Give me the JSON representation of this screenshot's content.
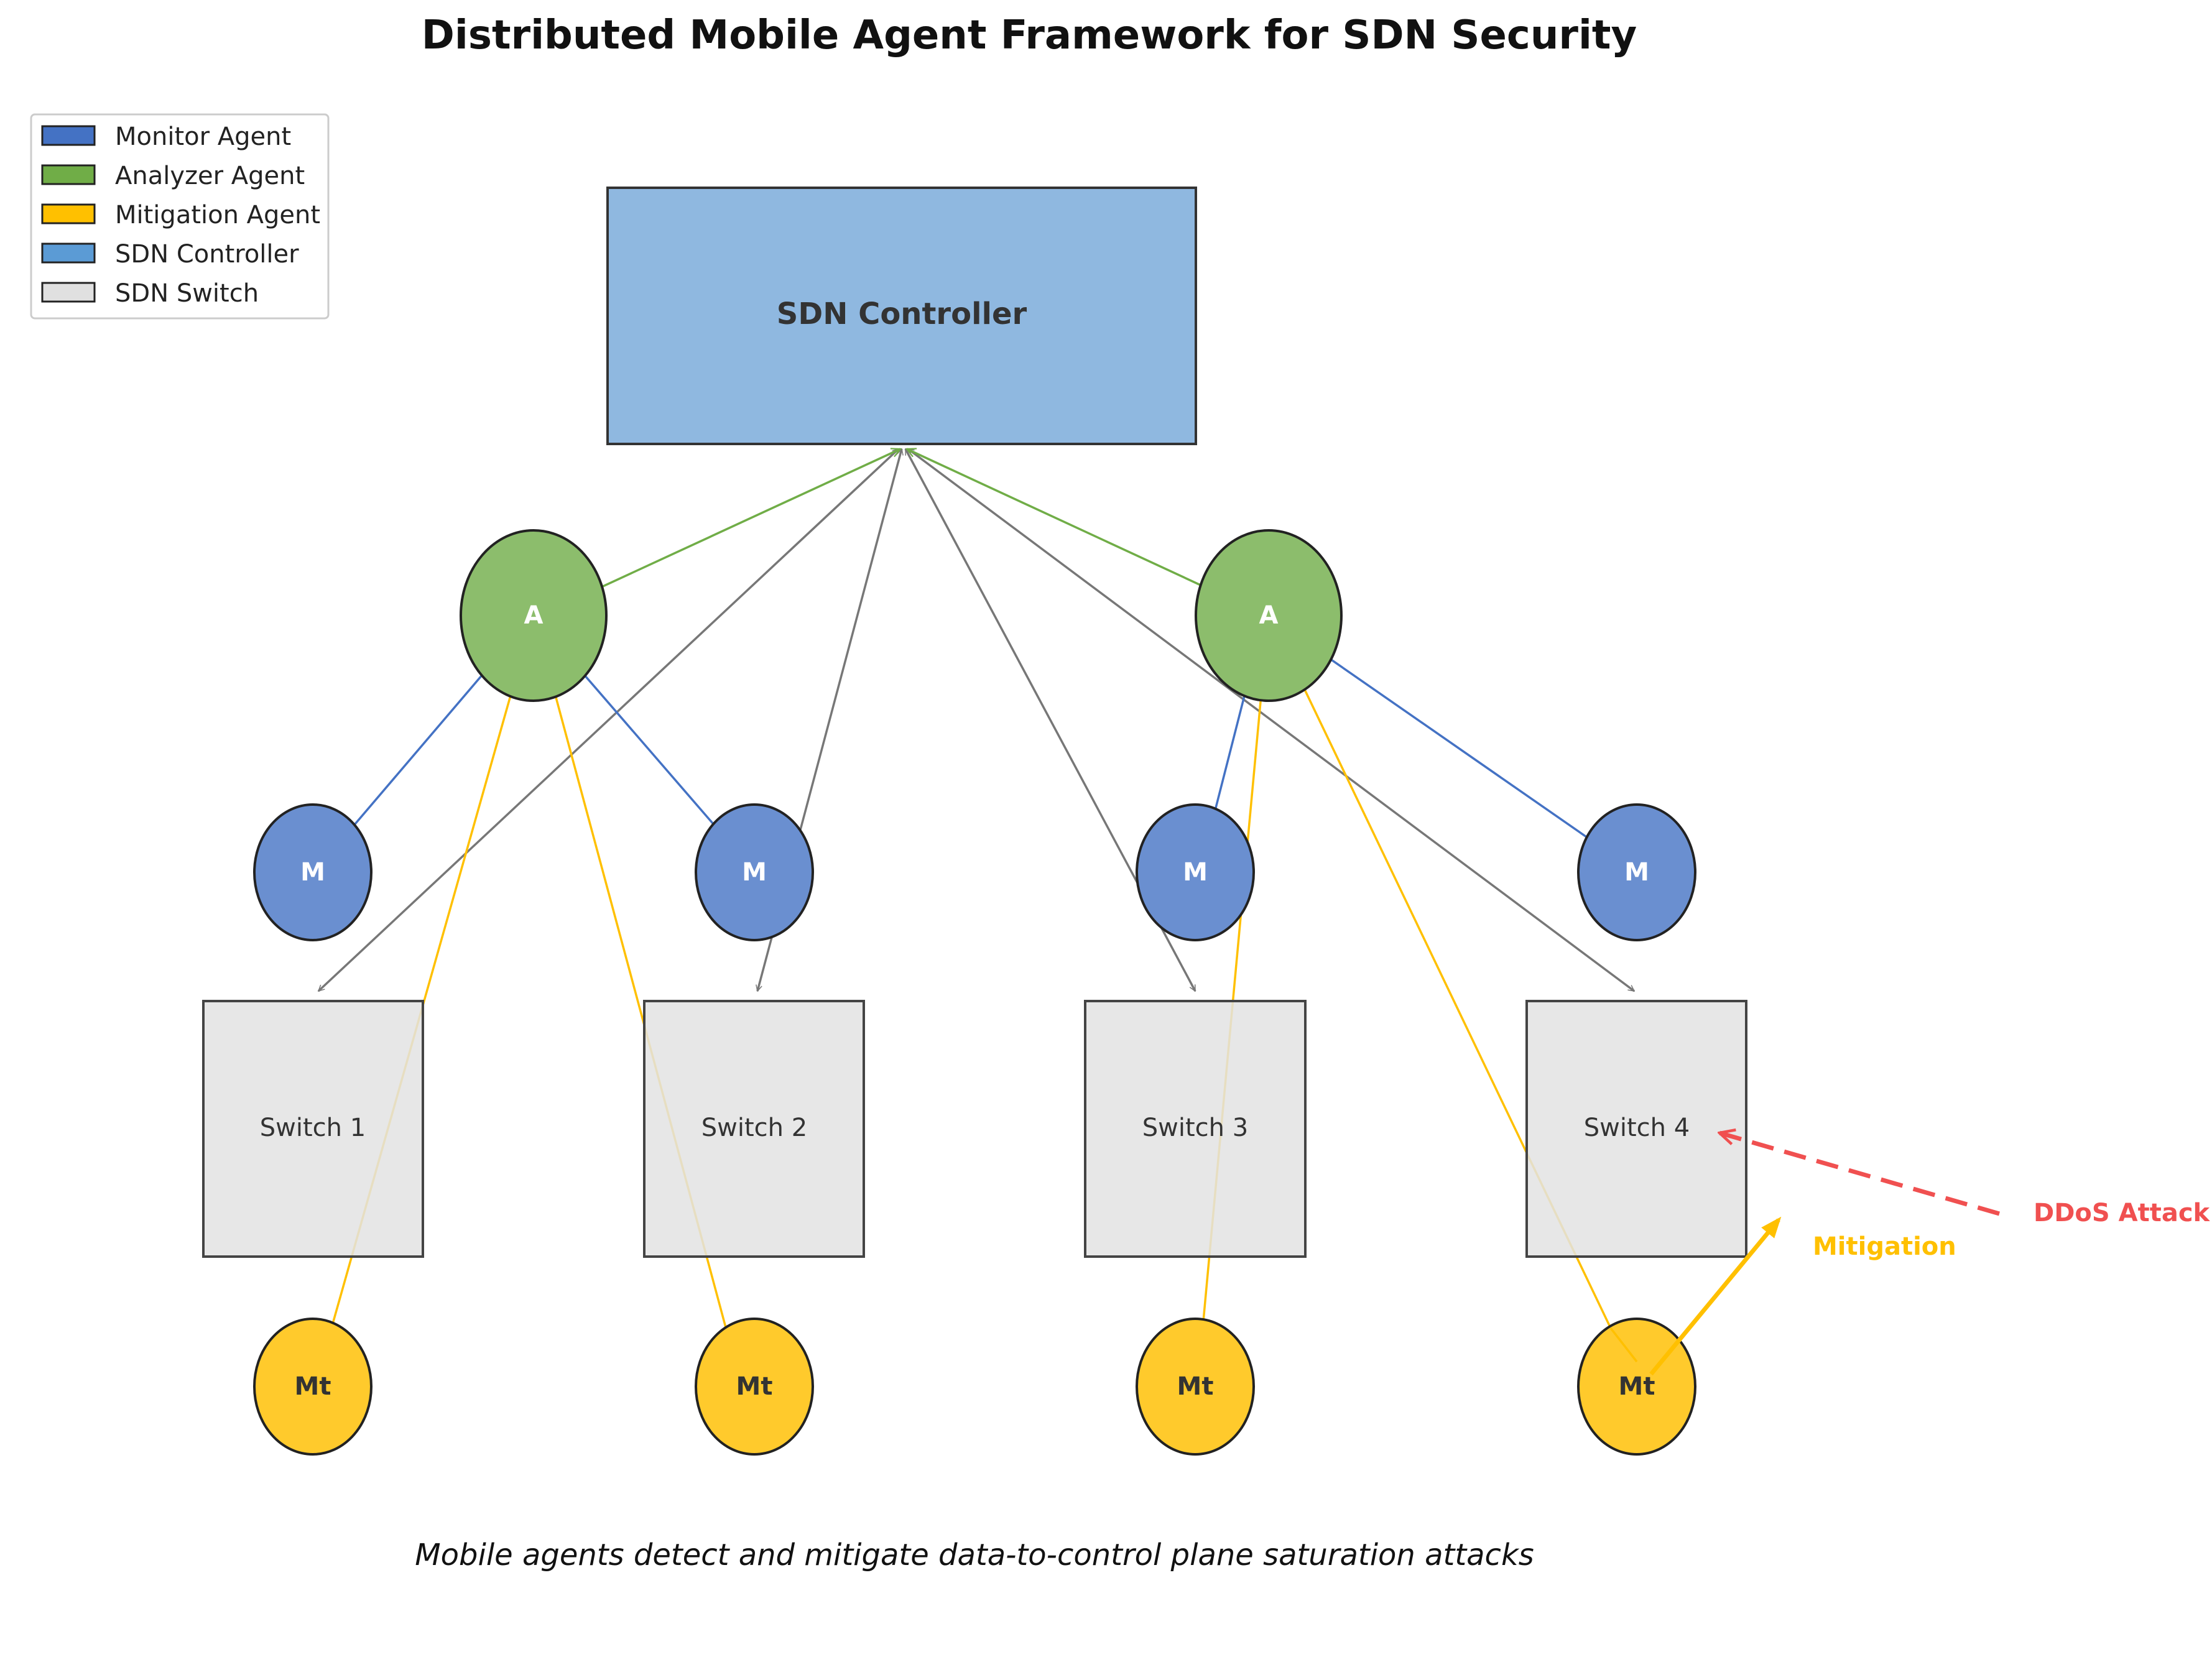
{
  "title": "Distributed Mobile Agent Framework for SDN Security",
  "caption": "Mobile agents detect and mitigate data-to-control plane saturation attacks",
  "colors": {
    "monitor": "#6a8fd0",
    "monitor_line": "#4472c4",
    "analyzer": "#8cbd6c",
    "analyzer_line": "#70ad47",
    "mitigation": "#ffca2c",
    "mitigation_line": "#ffc000",
    "controller": "#8fb8e0",
    "switch": "#e3e3e3",
    "attack": "#f05050",
    "control_line": "#777777",
    "outline": "#222222"
  },
  "legend": [
    {
      "label": "Monitor Agent",
      "color": "#4472c4"
    },
    {
      "label": "Analyzer Agent",
      "color": "#70ad47"
    },
    {
      "label": "Mitigation Agent",
      "color": "#ffc000"
    },
    {
      "label": "SDN Controller",
      "color": "#5b9bd5"
    },
    {
      "label": "SDN Switch",
      "color": "#e0e0e0"
    }
  ],
  "controller": {
    "label": "SDN Controller"
  },
  "analyzers": [
    {
      "label": "A"
    },
    {
      "label": "A"
    }
  ],
  "monitors": [
    {
      "label": "M"
    },
    {
      "label": "M"
    },
    {
      "label": "M"
    },
    {
      "label": "M"
    }
  ],
  "switches": [
    {
      "label": "Switch 1"
    },
    {
      "label": "Switch 2"
    },
    {
      "label": "Switch 3"
    },
    {
      "label": "Switch 4"
    }
  ],
  "mitigators": [
    {
      "label": "Mt"
    },
    {
      "label": "Mt"
    },
    {
      "label": "Mt"
    },
    {
      "label": "Mt"
    }
  ],
  "annotations": {
    "attack_label": "DDoS Attack",
    "mitigation_label": "Mitigation"
  }
}
